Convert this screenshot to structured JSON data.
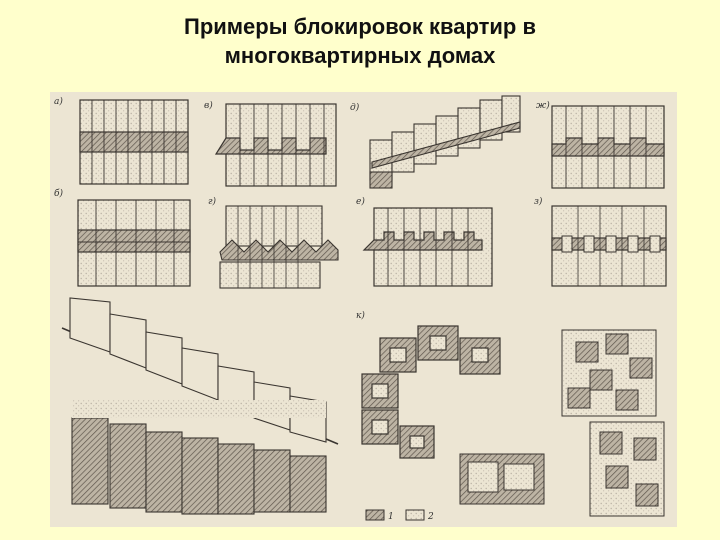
{
  "slide": {
    "title_line1": "Примеры блокировок квартир в",
    "title_line2": "многоквартирных домах"
  },
  "figure": {
    "panel_labels": [
      "а)",
      "б)",
      "в)",
      "г)",
      "д)",
      "е)",
      "ж)",
      "з)",
      "к)"
    ],
    "legend": [
      "1",
      "2"
    ],
    "colors": {
      "paper": "#ece5d3",
      "ink": "#3a3530",
      "hatch": "#6b6258",
      "dots": "#b9b1a3"
    }
  }
}
